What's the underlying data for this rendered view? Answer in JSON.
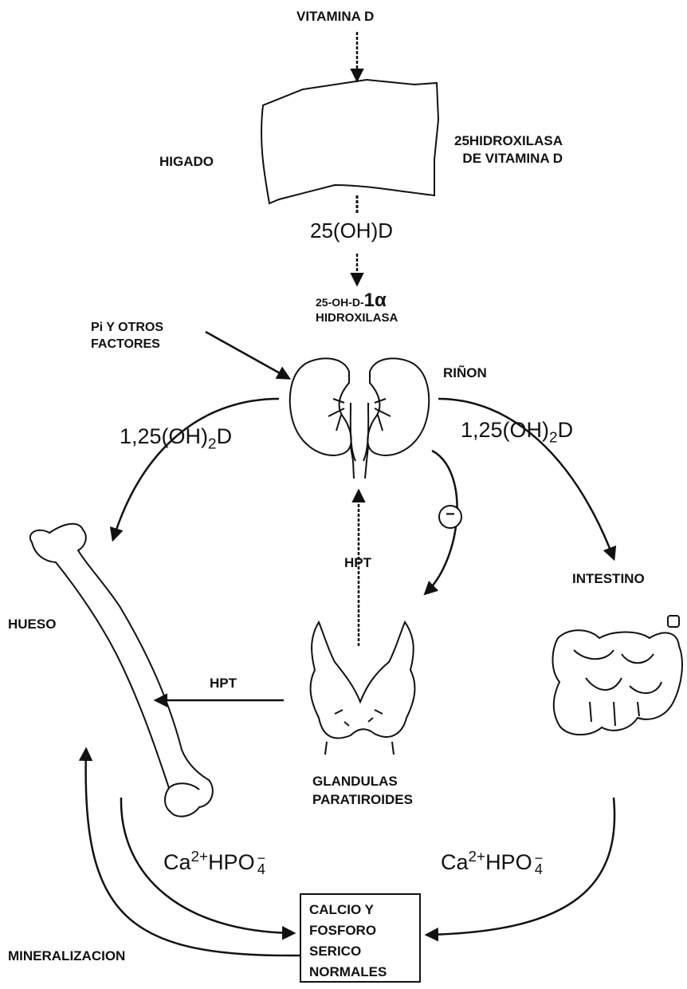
{
  "labels": {
    "vitamina_d": "VITAMINA D",
    "higado": "HIGADO",
    "hidroxilasa_25_line1": "25HIDROXILASA",
    "hidroxilasa_25_line2": "DE VITAMINA D",
    "oh_d_25": "25(OH)D",
    "hidroxilasa_1a_prefix": "25-OH-D-",
    "hidroxilasa_1a_alpha": "1α",
    "hidroxilasa_1a_line2": "HIDROXILASA",
    "pi_line1": "Pi Y OTROS",
    "pi_line2": "FACTORES",
    "rinon": "RIÑON",
    "oh2d_left_a": "1,25(OH)",
    "oh2d_left_sub": "2",
    "oh2d_left_b": "D",
    "oh2d_right_a": "1,25(OH)",
    "oh2d_right_sub": "2",
    "oh2d_right_b": "D",
    "hpt_vertical": "HPT",
    "hpt_horizontal": "HPT",
    "hueso": "HUESO",
    "intestino": "INTESTINO",
    "glandulas_line1": "GLANDULAS",
    "glandulas_line2": "PARATIROIDES",
    "ca_left_a": "Ca",
    "ca_left_sup": "2+",
    "ca_left_b": "HPO",
    "ca_left_sub": "4",
    "ca_left_minus": "−",
    "ca_right_a": "Ca",
    "ca_right_sup": "2+",
    "ca_right_b": "HPO",
    "ca_right_sub": "4",
    "ca_right_minus": "−",
    "mineralizacion": "MINERALIZACION",
    "inhibit_symbol": "−"
  },
  "box": {
    "line1": "CALCIO Y",
    "line2": "FOSFORO",
    "line3": "SERICO",
    "line4": "NORMALES"
  },
  "colors": {
    "ink": "#111111",
    "background": "#ffffff"
  }
}
